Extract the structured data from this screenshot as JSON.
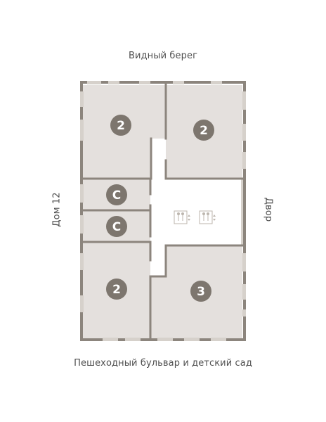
{
  "labels": {
    "top": "Видный берег",
    "bottom": "Пешеходный бульвар и детский сад",
    "left": "Дом 12",
    "right": "Двор"
  },
  "colors": {
    "wall": "#8c857d",
    "room_fill": "#e4e0dd",
    "badge_fill": "#7d766e",
    "badge_text": "#ffffff",
    "window": "#d6d1cb",
    "corridor": "#ffffff",
    "elevator_icon": "#bdb6ae"
  },
  "apartments": {
    "top_left": "2",
    "top_right": "2",
    "studio_upper": "С",
    "studio_lower": "С",
    "bottom_left": "2",
    "bottom_right": "3"
  },
  "icons": {
    "elevator": "elevator-icon"
  }
}
